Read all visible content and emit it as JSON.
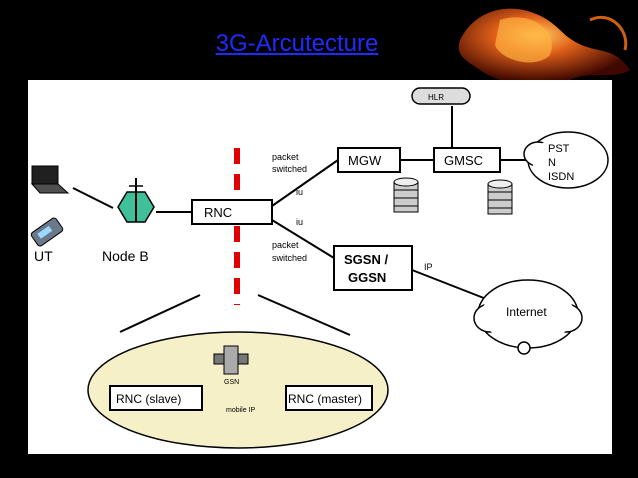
{
  "slide": {
    "title": "3G-Arcutecture"
  },
  "diagram": {
    "labels": {
      "ut": "UT",
      "node_b": "Node B",
      "rnc": "RNC",
      "mgw": "MGW",
      "gmsc": "GMSC",
      "sgsn": "SGSN /",
      "ggsn": "GGSN",
      "hlr": "HLR",
      "pstn_1": "PST",
      "pstn_2": "N",
      "pstn_3": "ISDN",
      "internet": "Internet",
      "packet_1": "packet",
      "switched_1": "switched",
      "packet_2": "packet",
      "switched_2": "switched",
      "iu_1": "iu",
      "iu_2": "iu",
      "ip": "IP",
      "rnc_slave": "RNC (slave)",
      "rnc_master": "RNC (master)",
      "gsn": "GSN",
      "mobile_ip": "mobile IP"
    },
    "colors": {
      "title": "#1e2bff",
      "divider": "#e00000",
      "ellipse_fill": "#f5f0c8",
      "node_b": "#3fbf9a"
    }
  }
}
